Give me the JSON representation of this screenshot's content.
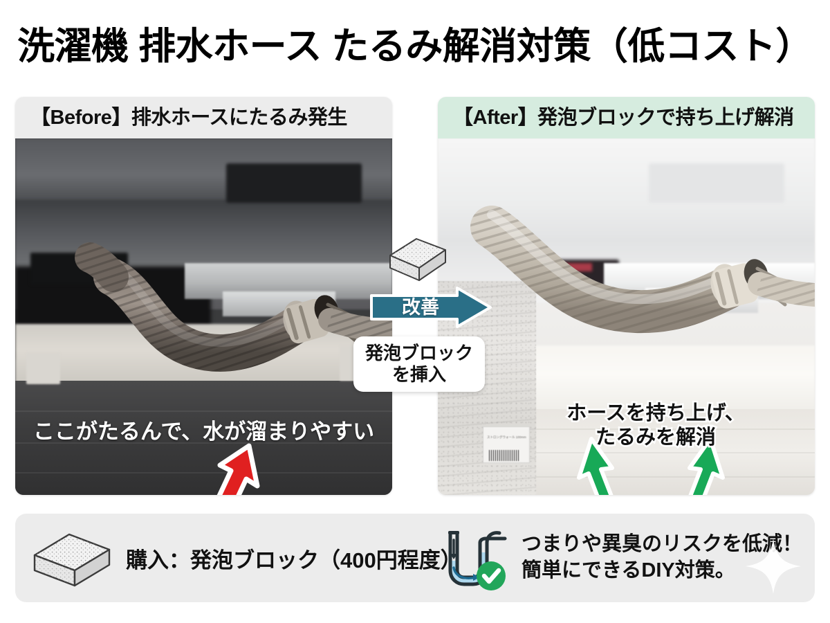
{
  "title": "洗濯機 排水ホース たるみ解消対策（低コスト）",
  "panels": {
    "before": {
      "header": "【Before】排水ホースにたるみ発生",
      "caption": "ここがたるんで、水が溜まりやすい",
      "arrow_icon": "red-up-arrow-icon",
      "arrow_color": "#e02020",
      "header_bg": "#ececec"
    },
    "after": {
      "header": "【After】発泡ブロックで持ち上げ解消",
      "caption_line1": "ホースを持ち上げ、",
      "caption_line2": "たるみを解消",
      "arrow_icon": "green-up-arrow-icon",
      "arrow_color": "#18a957",
      "header_bg": "#d6ecdf",
      "product_label_text": "ストロングウォール 100mm",
      "barcode_icon": "barcode-icon"
    }
  },
  "center": {
    "block_icon": "foam-block-icon",
    "arrow_label": "改善",
    "arrow_icon": "right-arrow-icon",
    "arrow_color": "#2a6f87",
    "insert_line1": "発泡ブロック",
    "insert_line2": "を挿入"
  },
  "bottom": {
    "left": {
      "icon": "foam-block-icon",
      "text": "購入：発泡ブロック（400円程度）"
    },
    "right": {
      "icon": "drain-trap-check-icon",
      "check_icon": "check-circle-icon",
      "check_color": "#22a65a",
      "water_color": "#aed8ee",
      "line1": "つまりや異臭のリスクを低減！",
      "line2": "簡単にできるDIY対策。"
    },
    "sparkle_icon": "sparkle-icon",
    "bg_color": "#ececec"
  }
}
